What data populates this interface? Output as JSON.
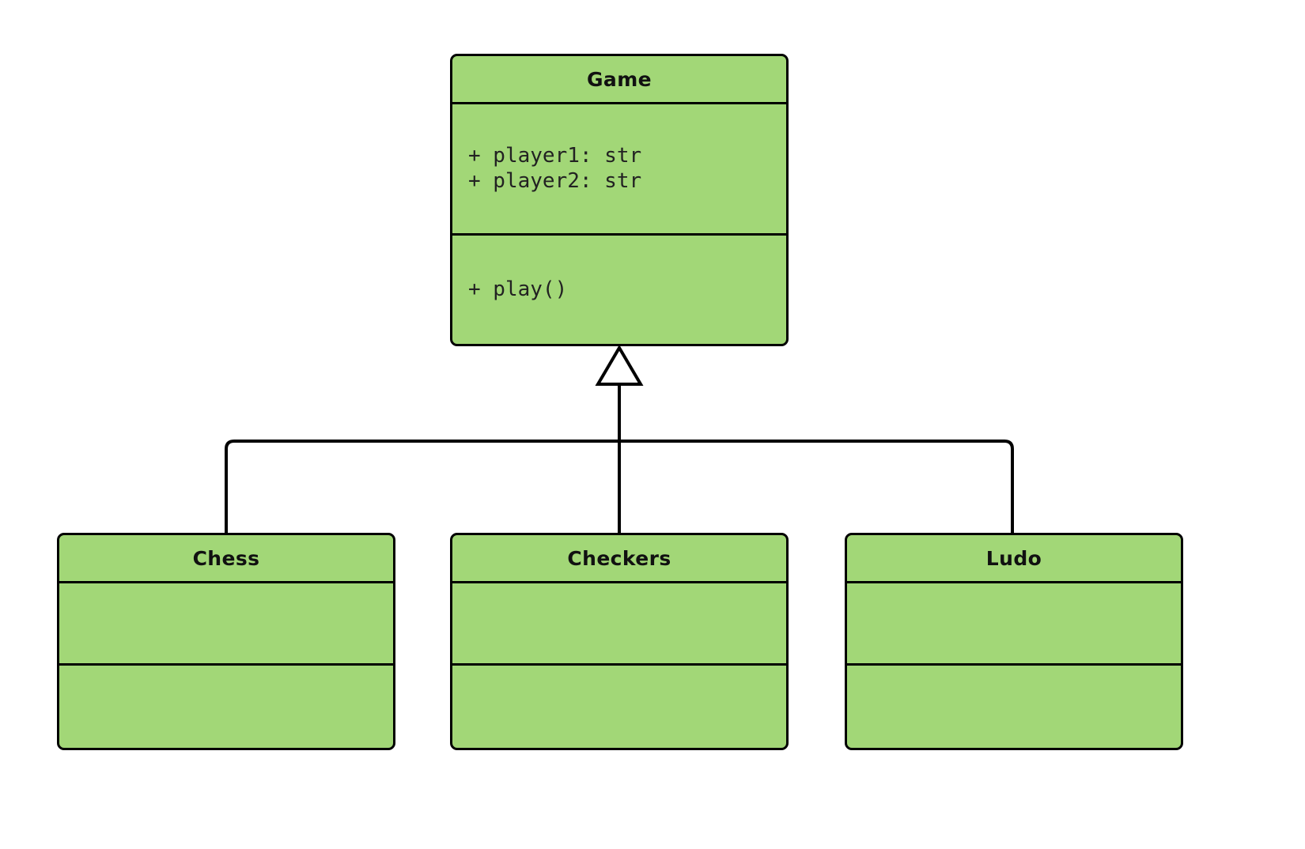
{
  "diagram": {
    "type": "uml-class-diagram",
    "title": "Game class hierarchy",
    "relationship": "generalization",
    "colors": {
      "class_fill": "#a2d777",
      "border": "#000000",
      "text": "#111111",
      "background": "#ffffff"
    },
    "classes": [
      {
        "id": "game",
        "name": "Game",
        "role": "superclass",
        "attributes": [
          "+ player1: str",
          "+ player2: str"
        ],
        "methods": [
          "+ play()"
        ]
      },
      {
        "id": "chess",
        "name": "Chess",
        "role": "subclass",
        "attributes": [],
        "methods": []
      },
      {
        "id": "checkers",
        "name": "Checkers",
        "role": "subclass",
        "attributes": [],
        "methods": []
      },
      {
        "id": "ludo",
        "name": "Ludo",
        "role": "subclass",
        "attributes": [],
        "methods": []
      }
    ],
    "edges": [
      {
        "from": "chess",
        "to": "game",
        "kind": "generalization"
      },
      {
        "from": "checkers",
        "to": "game",
        "kind": "generalization"
      },
      {
        "from": "ludo",
        "to": "game",
        "kind": "generalization"
      }
    ]
  }
}
